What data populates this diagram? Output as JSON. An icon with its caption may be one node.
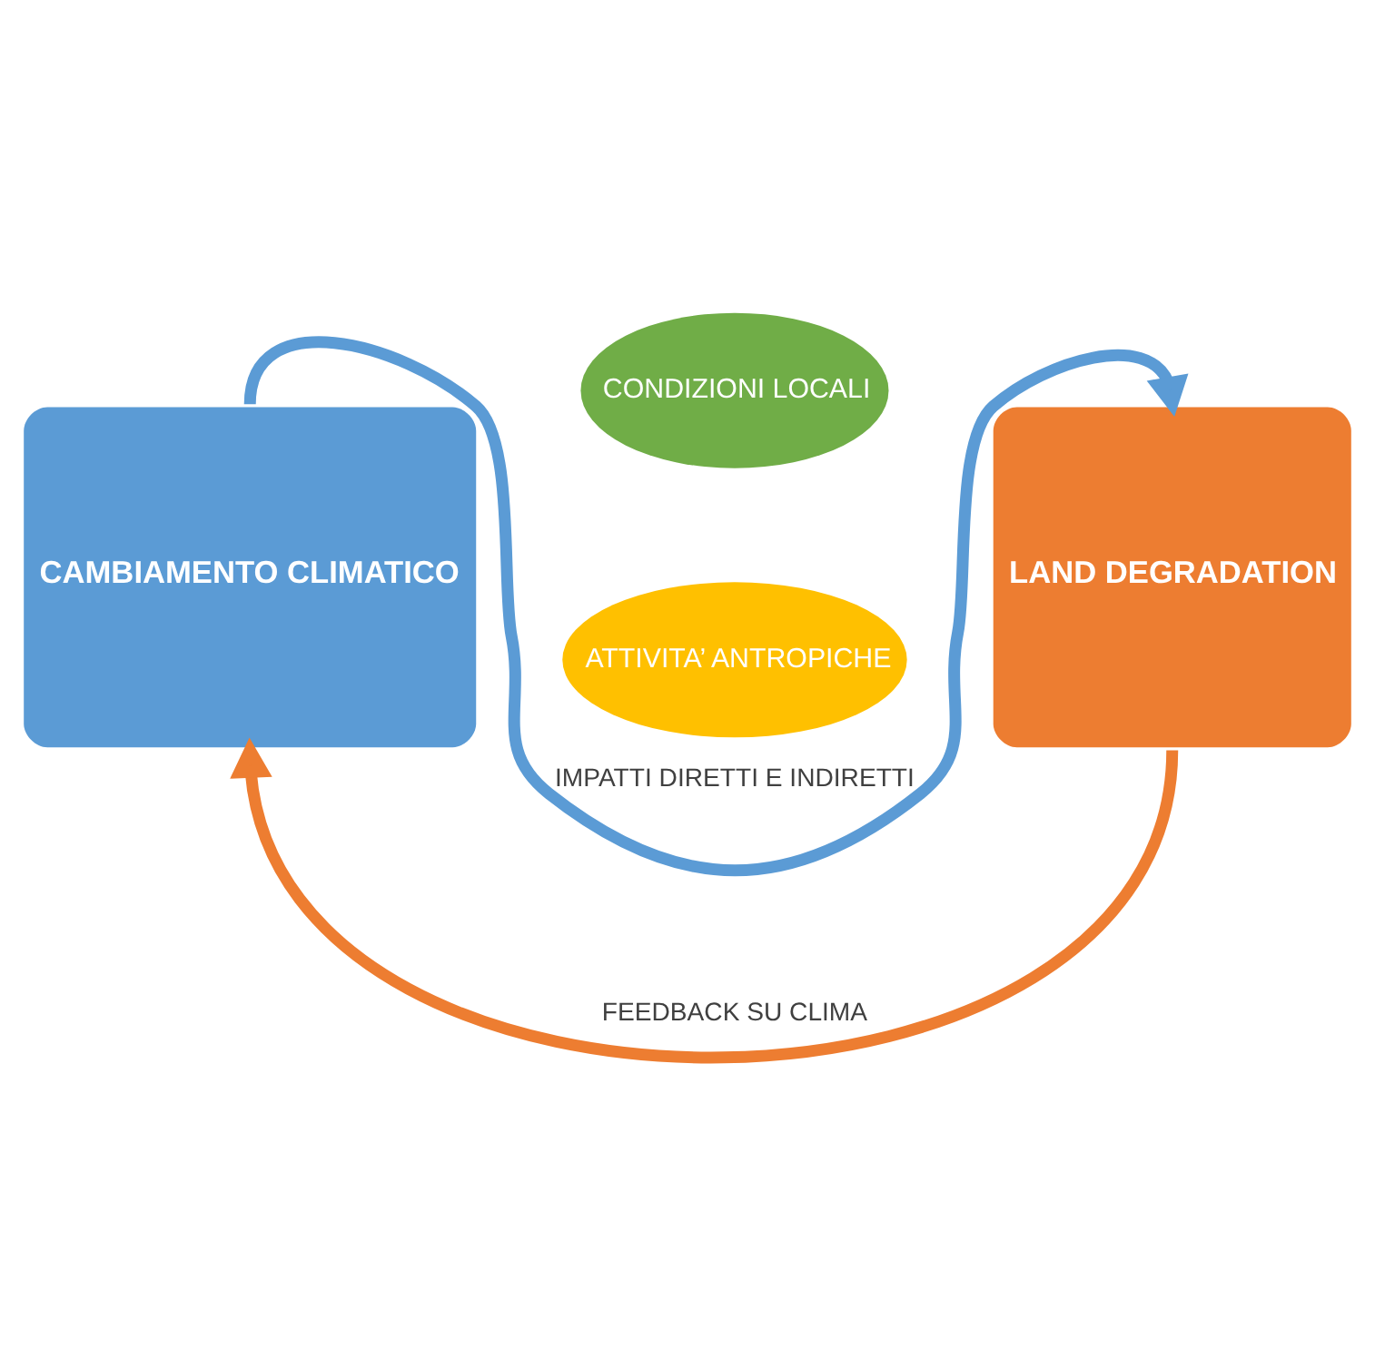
{
  "diagram": {
    "nodes": [
      {
        "text": [
          "CAMBIAMENTO CLIMATICO"
        ]
      },
      {
        "text": [
          "CONDIZIONI LOCALI"
        ]
      },
      {
        "text": [
          "ATTIVITA’ ANTROPICHE"
        ]
      },
      {
        "text": [
          "LAND DEGRADATION"
        ]
      }
    ],
    "edges": [
      {
        "from": 0,
        "to": 3,
        "arrow": "to",
        "label": "IMPATTI DIRETTI E INDIRETTI",
        "color": "#5b9bd5"
      },
      {
        "from": 3,
        "to": 0,
        "arrow": "to",
        "label": "FEEDBACK SU CLIMA",
        "color": "#ed7d31"
      }
    ]
  }
}
